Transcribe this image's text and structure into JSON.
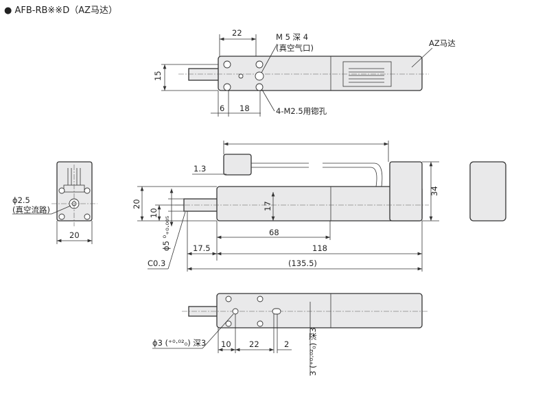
{
  "title": "● AFB-RB※※D（AZ马达）",
  "top_view": {
    "dim_22": "22",
    "dim_15": "15",
    "dim_6": "6",
    "dim_18": "18",
    "port_label": "M 5 深 4",
    "port_note": "(真空气口)",
    "motor_label": "AZ马达",
    "holes_label": "4-M2.5用锪孔"
  },
  "end_view": {
    "bore_label": "ϕ2.5",
    "bore_note": "(真空流路)",
    "dim_20": "20"
  },
  "side_view": {
    "dim_1_3": "1.3",
    "dim_20": "20",
    "dim_10": "10",
    "shaft_label": "ϕ5 ⁰₊₀.₀₀₅",
    "dim_17": "17",
    "dim_68": "68",
    "dim_17_5": "17.5",
    "dim_118": "118",
    "dim_135_5": "(135.5)",
    "chamfer": "C0.3",
    "dim_34": "34"
  },
  "bottom_view": {
    "pin_label": "ϕ3 (⁺⁰·⁰²₀) 深3",
    "dim_10": "10",
    "dim_22": "22",
    "dim_2": "2",
    "slot_label": "3 (⁺⁰·⁰²₀) 深3"
  }
}
